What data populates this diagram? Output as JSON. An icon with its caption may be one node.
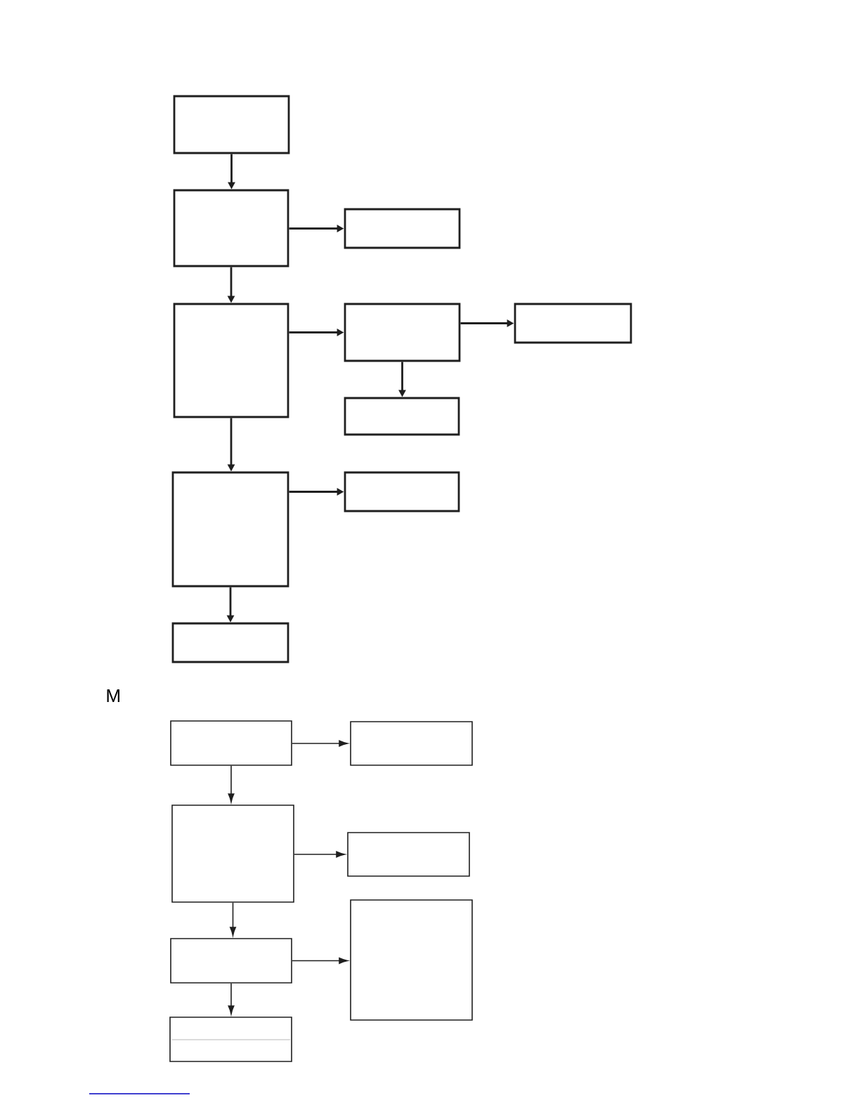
{
  "diagram": {
    "nodes": [
      {
        "text": [],
        "shape": "box"
      },
      {
        "text": [],
        "shape": "box"
      },
      {
        "text": [],
        "shape": "box"
      },
      {
        "text": [],
        "shape": "box"
      },
      {
        "text": [],
        "shape": "box"
      },
      {
        "text": [],
        "shape": "box"
      },
      {
        "text": [],
        "shape": "box"
      },
      {
        "text": [],
        "shape": "box"
      },
      {
        "text": [],
        "shape": "box"
      },
      {
        "text": [],
        "shape": "box"
      },
      {
        "text": [],
        "shape": "box"
      },
      {
        "text": [],
        "shape": "box"
      },
      {
        "text": [],
        "shape": "box"
      },
      {
        "text": [],
        "shape": "box"
      },
      {
        "text": [],
        "shape": "box"
      },
      {
        "text": [],
        "shape": "box"
      },
      {
        "text": [],
        "shape": "box"
      }
    ],
    "edges": [
      {
        "from": 0,
        "to": 1,
        "arrow": "to"
      },
      {
        "from": 1,
        "to": 2,
        "arrow": "to"
      },
      {
        "from": 1,
        "to": 3,
        "arrow": "to"
      },
      {
        "from": 3,
        "to": 4,
        "arrow": "to"
      },
      {
        "from": 4,
        "to": 5,
        "arrow": "to"
      },
      {
        "from": 4,
        "to": 6,
        "arrow": "to"
      },
      {
        "from": 3,
        "to": 7,
        "arrow": "to"
      },
      {
        "from": 7,
        "to": 8,
        "arrow": "to"
      },
      {
        "from": 7,
        "to": 9,
        "arrow": "to"
      },
      {
        "from": 10,
        "to": 11,
        "arrow": "to"
      },
      {
        "from": 10,
        "to": 12,
        "arrow": "to"
      },
      {
        "from": 12,
        "to": 13,
        "arrow": "to"
      },
      {
        "from": 12,
        "to": 14,
        "arrow": "to"
      },
      {
        "from": 14,
        "to": 15,
        "arrow": "to"
      },
      {
        "from": 14,
        "to": 16,
        "arrow": "to"
      }
    ],
    "labels": [
      "M"
    ]
  }
}
